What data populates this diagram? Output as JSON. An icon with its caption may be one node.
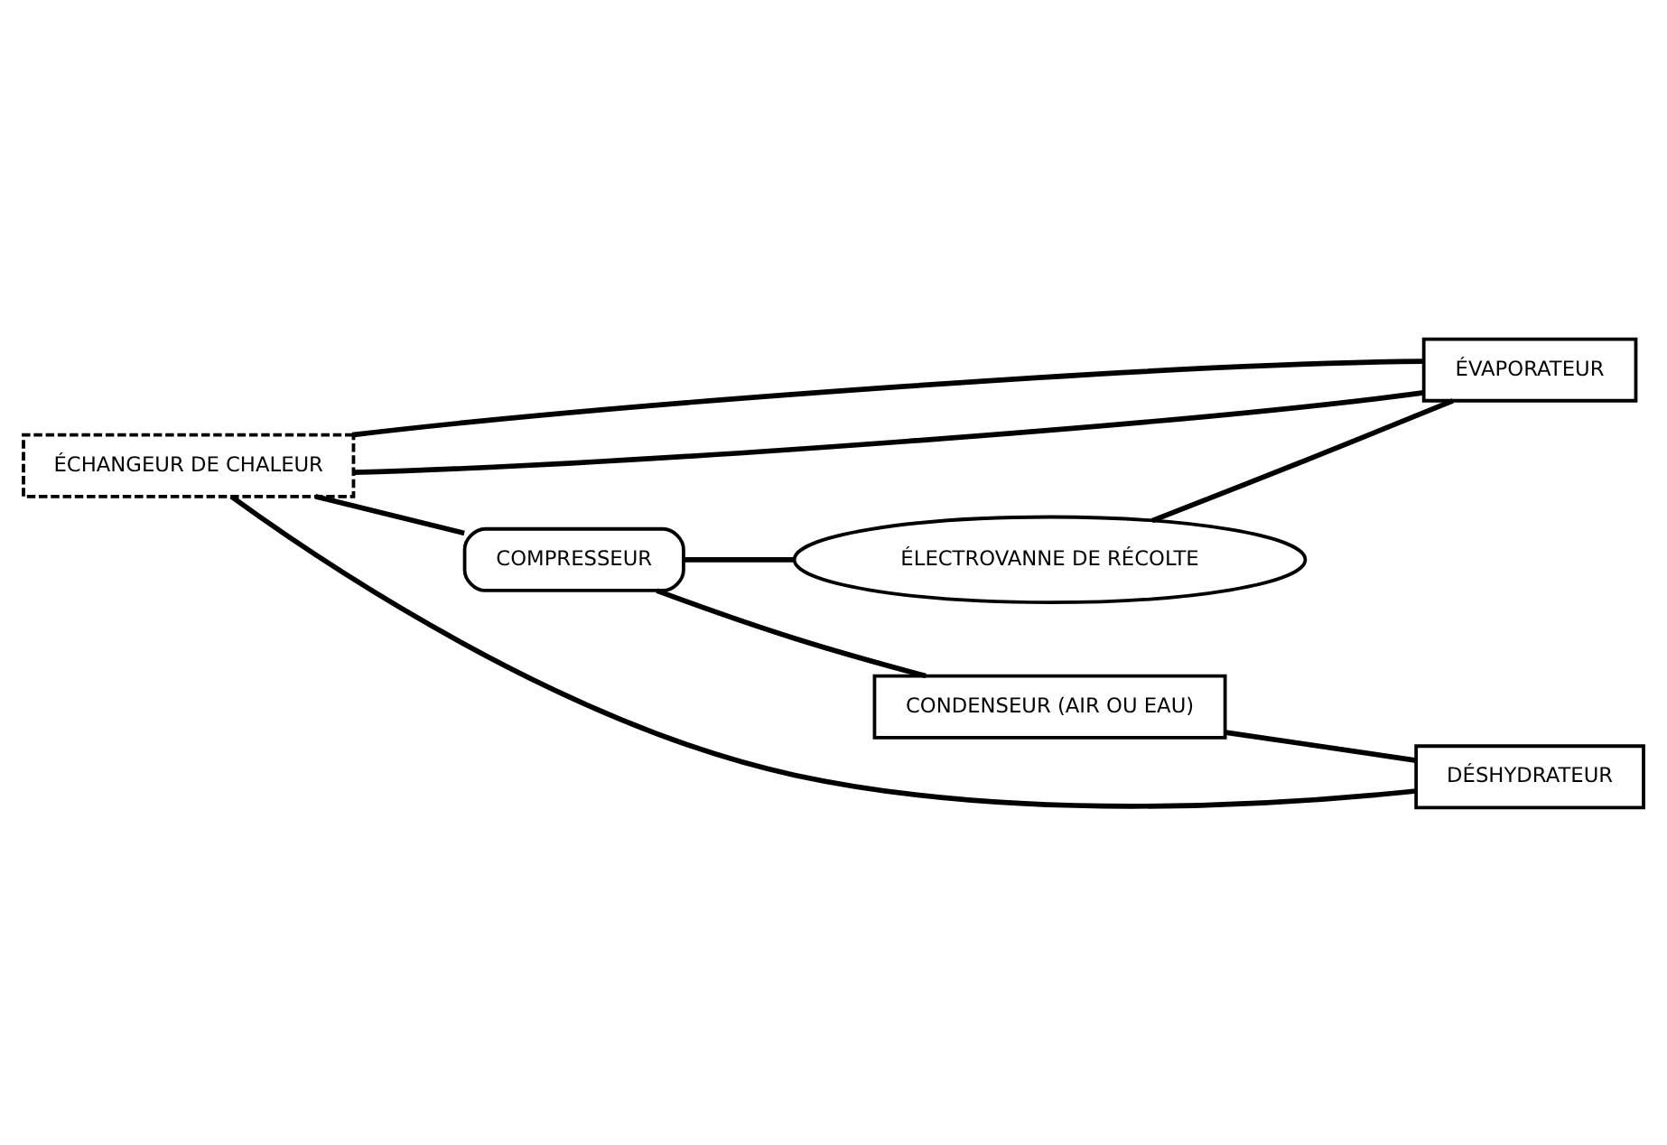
{
  "diagram": {
    "nodes": [
      {
        "text": [
          "ÉCHANGEUR DE CHALEUR"
        ]
      },
      {
        "text": [
          "ÉVAPORATEUR"
        ]
      },
      {
        "text": [
          "ÉLECTROVANNE DE RÉCOLTE"
        ]
      },
      {
        "text": [
          "COMPRESSEUR"
        ]
      },
      {
        "text": [
          "CONDENSEUR (AIR OU EAU)"
        ]
      },
      {
        "text": [
          "DÉSHYDRATEUR"
        ]
      }
    ],
    "edges": [
      {
        "from": 3,
        "to": 4,
        "arrow": "none"
      },
      {
        "from": 3,
        "to": 2,
        "arrow": "none"
      },
      {
        "from": 2,
        "to": 1,
        "arrow": "none"
      },
      {
        "from": 4,
        "to": 5,
        "arrow": "none"
      },
      {
        "from": 5,
        "to": 0,
        "arrow": "none"
      },
      {
        "from": 0,
        "to": 1,
        "arrow": "none"
      },
      {
        "from": 1,
        "to": 0,
        "arrow": "none"
      },
      {
        "from": 0,
        "to": 3,
        "arrow": "none"
      }
    ]
  }
}
